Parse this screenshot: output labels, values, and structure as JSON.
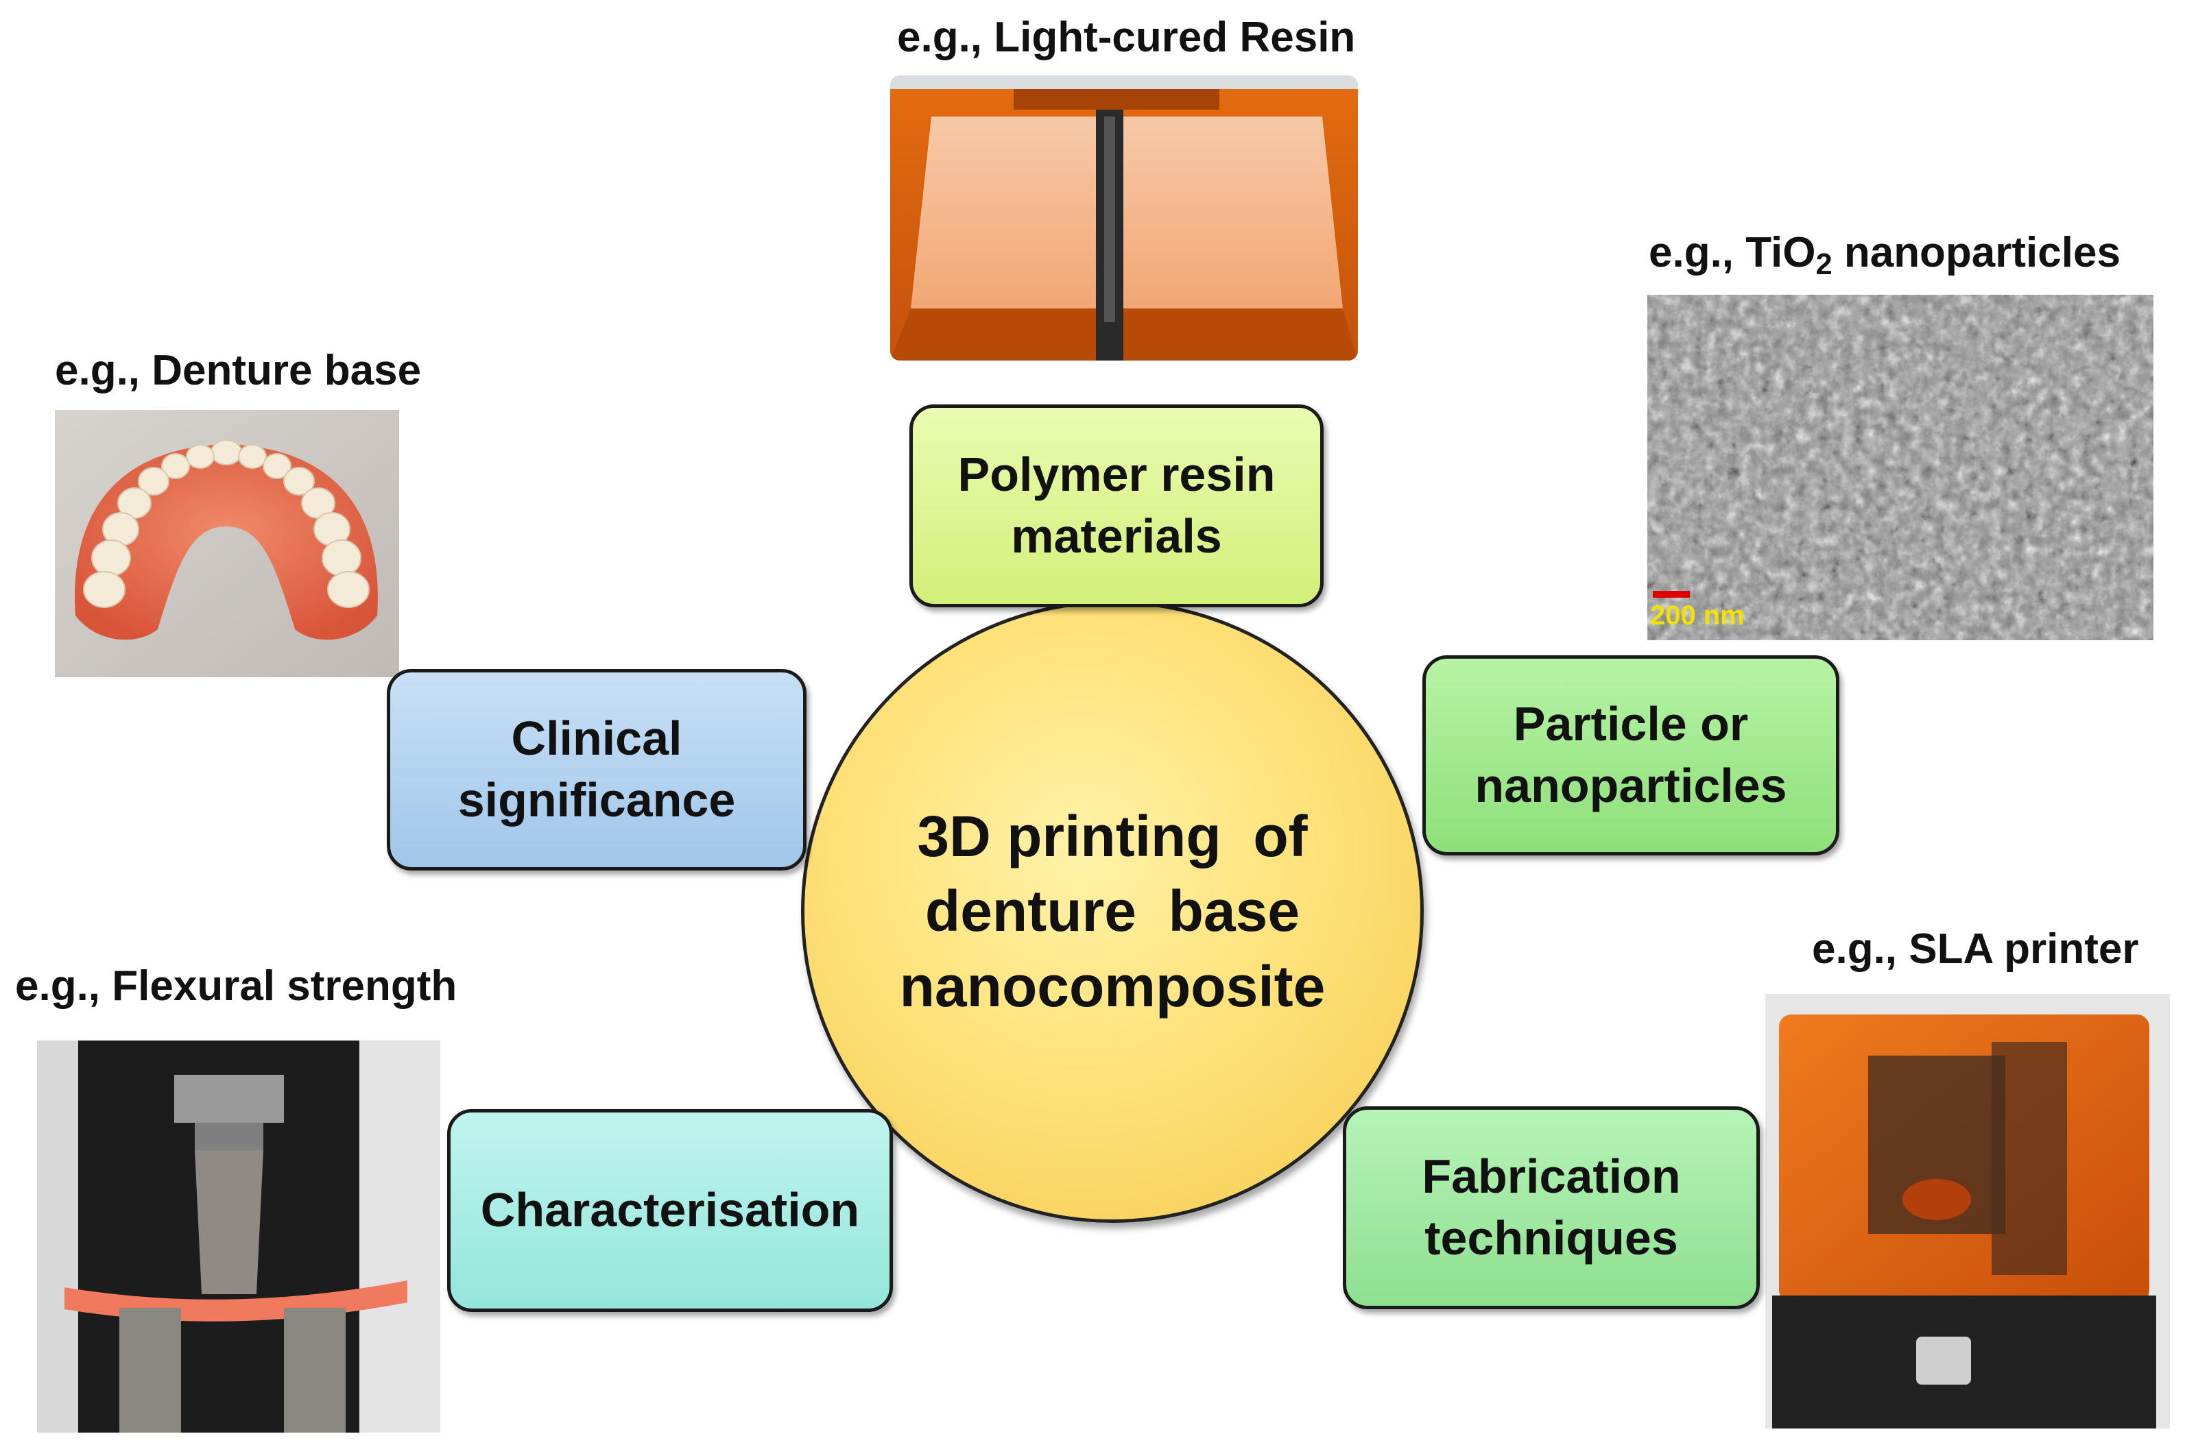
{
  "center": {
    "line1": "3D printing  of",
    "line2": "denture  base",
    "line3": "nanocomposite"
  },
  "boxes": {
    "polymer": {
      "line1": "Polymer resin",
      "line2": "materials",
      "color": "#dcf58a"
    },
    "particle": {
      "line1": "Particle or",
      "line2": "nanoparticles",
      "color": "#9ee88a"
    },
    "fabrication": {
      "line1": "Fabrication",
      "line2": "techniques",
      "color": "#9ee8a0"
    },
    "characterisation": {
      "line1": "Characterisation",
      "color": "#a6ece6"
    },
    "clinical": {
      "line1": "Clinical",
      "line2": "significance",
      "color": "#b2d2ee"
    }
  },
  "captions": {
    "resin": "e.g., Light-cured Resin",
    "tio2_prefix": "e.g., TiO",
    "tio2_sub": "2",
    "tio2_suffix": " nanoparticles",
    "denture": "e.g., Denture base",
    "flexural": "e.g., Flexural strength",
    "sla": "e.g., SLA printer"
  },
  "sem": {
    "scale_label": "200 nm"
  },
  "icons": [
    "resin-tank-photo",
    "sem-micrograph",
    "denture-photo",
    "flexural-test-photo",
    "sla-printer-photo"
  ]
}
